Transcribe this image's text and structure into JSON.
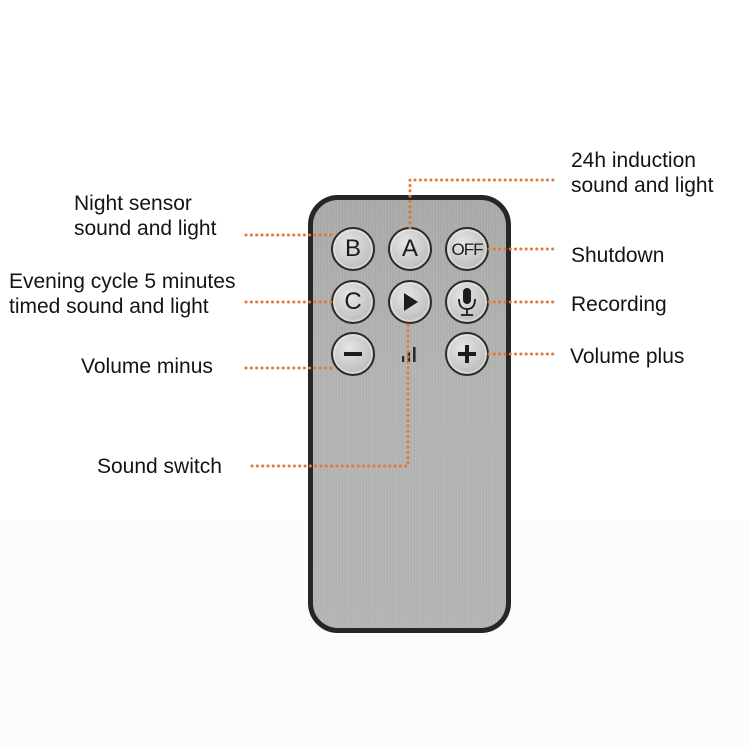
{
  "diagram": {
    "subject": "Remote control button functions",
    "leader_color": "#e07a3a",
    "remote": {
      "body_color": "#b0b0ae",
      "border_color": "#262626",
      "buttons": [
        {
          "id": "B",
          "label": "B",
          "icon": "letter-b"
        },
        {
          "id": "A",
          "label": "A",
          "icon": "letter-a"
        },
        {
          "id": "OFF",
          "label": "OFF",
          "icon": "off-text"
        },
        {
          "id": "C",
          "label": "C",
          "icon": "letter-c"
        },
        {
          "id": "play",
          "label": "",
          "icon": "play-icon"
        },
        {
          "id": "mic",
          "label": "",
          "icon": "microphone-icon"
        },
        {
          "id": "minus",
          "label": "",
          "icon": "minus-icon"
        },
        {
          "id": "signal",
          "label": "",
          "icon": "signal-bars-icon"
        },
        {
          "id": "plus",
          "label": "",
          "icon": "plus-icon"
        }
      ]
    },
    "labels": {
      "night_sensor": {
        "line1": "Night sensor",
        "line2": "sound and light",
        "button": "B"
      },
      "evening_cycle": {
        "line1": "Evening cycle 5 minutes",
        "line2": "timed sound and light",
        "button": "C"
      },
      "volume_minus": {
        "line1": "Volume minus",
        "button": "minus"
      },
      "sound_switch": {
        "line1": "Sound switch",
        "button": "play"
      },
      "induction_24h": {
        "line1": "24h induction",
        "line2": "sound and light",
        "button": "A"
      },
      "shutdown": {
        "line1": "Shutdown",
        "button": "OFF"
      },
      "recording": {
        "line1": "Recording",
        "button": "mic"
      },
      "volume_plus": {
        "line1": "Volume plus",
        "button": "plus"
      }
    }
  }
}
